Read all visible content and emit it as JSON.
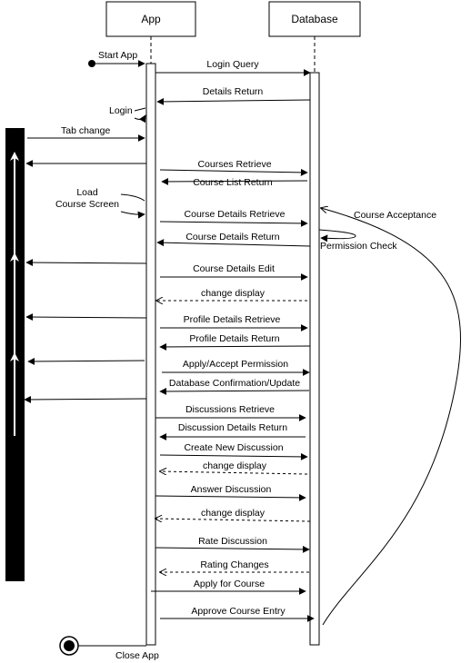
{
  "participants": {
    "app": "App",
    "database": "Database"
  },
  "labels": {
    "start_app": "Start App",
    "close_app": "Close App",
    "login": "Login",
    "tab_change": "Tab change",
    "load_course_screen_1": "Load",
    "load_course_screen_2": "Course Screen",
    "course_acceptance": "Course Acceptance",
    "permission_check": "Permission Check"
  },
  "messages": [
    {
      "label": "Login Query",
      "direction": "to-db",
      "style": "solid"
    },
    {
      "label": "Details Return",
      "direction": "to-app",
      "style": "solid"
    },
    {
      "label": "Courses Retrieve",
      "direction": "to-db",
      "style": "solid"
    },
    {
      "label": "Course List Return",
      "direction": "to-app",
      "style": "solid"
    },
    {
      "label": "Course Details Retrieve",
      "direction": "to-db",
      "style": "solid"
    },
    {
      "label": "Course Details Return",
      "direction": "to-app",
      "style": "solid"
    },
    {
      "label": "Course Details Edit",
      "direction": "to-db",
      "style": "solid"
    },
    {
      "label": "change display",
      "direction": "to-app",
      "style": "dashed"
    },
    {
      "label": "Profile Details Retrieve",
      "direction": "to-db",
      "style": "solid"
    },
    {
      "label": "Profile Details Return",
      "direction": "to-app",
      "style": "solid"
    },
    {
      "label": "Apply/Accept Permission",
      "direction": "to-db",
      "style": "solid"
    },
    {
      "label": "Database Confirmation/Update",
      "direction": "to-app",
      "style": "solid"
    },
    {
      "label": "Discussions Retrieve",
      "direction": "to-db",
      "style": "solid"
    },
    {
      "label": "Discussion Details Return",
      "direction": "to-app",
      "style": "solid"
    },
    {
      "label": "Create New Discussion",
      "direction": "to-db",
      "style": "solid"
    },
    {
      "label": "change display",
      "direction": "to-app",
      "style": "dashed"
    },
    {
      "label": "Answer Discussion",
      "direction": "to-db",
      "style": "solid"
    },
    {
      "label": "change display",
      "direction": "to-app",
      "style": "dashed"
    },
    {
      "label": "Rate Discussion",
      "direction": "to-db",
      "style": "solid"
    },
    {
      "label": "Rating Changes",
      "direction": "to-app",
      "style": "dashed"
    },
    {
      "label": "Apply for Course",
      "direction": "to-db",
      "style": "solid"
    },
    {
      "label": "Approve Course Entry",
      "direction": "to-db",
      "style": "solid"
    }
  ],
  "colors": {
    "line": "#000000",
    "tab_bar": "#000000",
    "tab_arrow": "#ffffff",
    "background": "#ffffff"
  }
}
